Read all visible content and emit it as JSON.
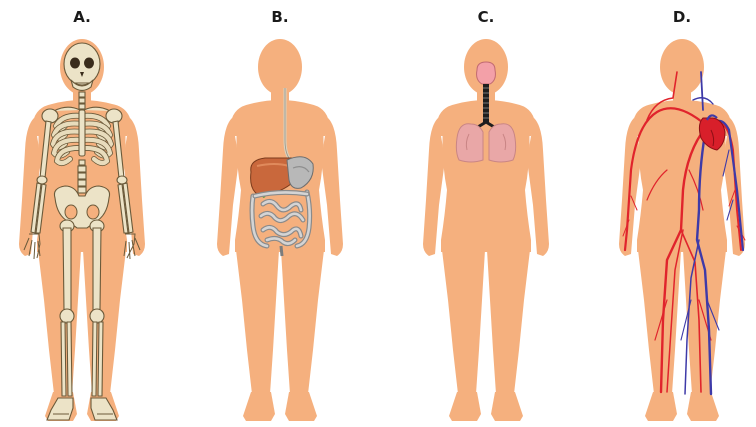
{
  "figures": [
    {
      "label": "A.",
      "system": "skeletal"
    },
    {
      "label": "B.",
      "system": "digestive"
    },
    {
      "label": "C.",
      "system": "respiratory"
    },
    {
      "label": "D.",
      "system": "circulatory"
    }
  ],
  "colors": {
    "skin": "#f5b07e",
    "bone": "#ece3c7",
    "artery": "#e0242c",
    "vein": "#3e3aa8",
    "lung": "#e9a7a7",
    "liver": "#c9683c"
  }
}
